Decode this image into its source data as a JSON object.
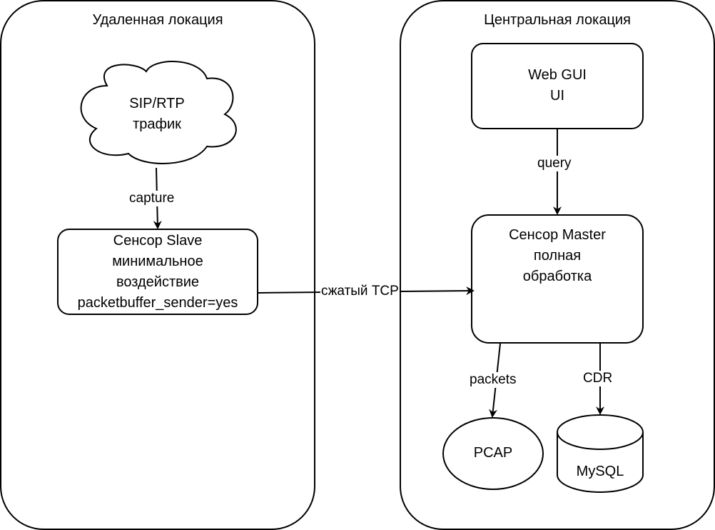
{
  "containers": {
    "remote": {
      "title": "Удаленная локация"
    },
    "central": {
      "title": "Центральная локация"
    }
  },
  "nodes": {
    "traffic": {
      "line1": "SIP/RTP",
      "line2": "трафик"
    },
    "slave": {
      "line1": "Сенсор Slave",
      "line2": "минимальное",
      "line3": "воздействие",
      "line4": "packetbuffer_sender=yes"
    },
    "webgui": {
      "line1": "Web GUI",
      "line2": "UI"
    },
    "master": {
      "line1": "Сенсор Master",
      "line2": "полная",
      "line3": "обработка"
    },
    "pcap": {
      "label": "PCAP"
    },
    "mysql": {
      "label": "MySQL"
    }
  },
  "edges": {
    "capture": "capture",
    "tcp": "сжатый TCP",
    "query": "query",
    "packets": "packets",
    "cdr": "CDR"
  }
}
